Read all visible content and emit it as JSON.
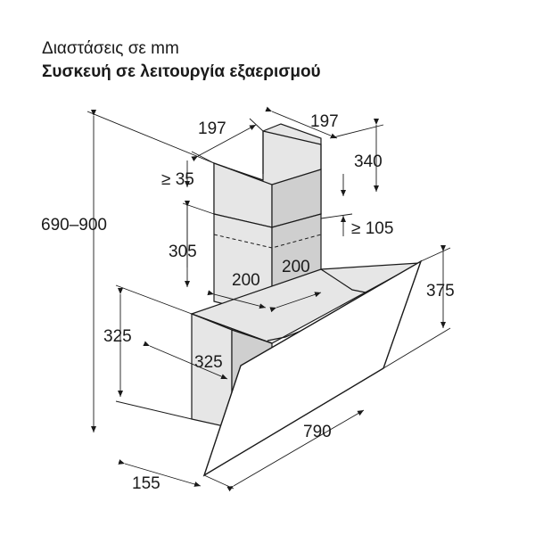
{
  "header": {
    "subtitle": "Διαστάσεις σε mm",
    "title": "Συσκευή σε λειτουργία εξαερισμού"
  },
  "dimensions": {
    "chimney_width_left": "197",
    "chimney_width_right": "197",
    "chimney_upper_height": "340",
    "chimney_top_clearance": "≥ 35",
    "chimney_overlap": "≥ 105",
    "total_height": "690–900",
    "chimney_lower_height": "305",
    "duct_width_left": "200",
    "duct_width_right": "200",
    "glass_height": "375",
    "body_height": "325",
    "body_depth": "325",
    "hood_width": "790",
    "bottom_depth": "155"
  }
}
